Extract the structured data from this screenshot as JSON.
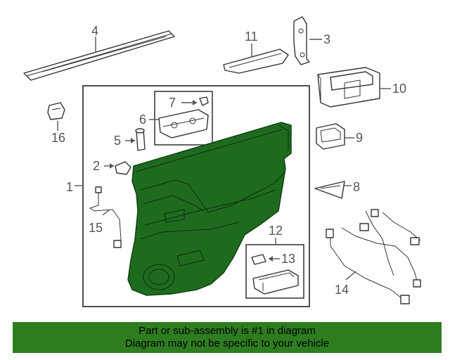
{
  "callouts": {
    "c1": "1",
    "c2": "2",
    "c3": "3",
    "c4": "4",
    "c5": "5",
    "c6": "6",
    "c7": "7",
    "c8": "8",
    "c9": "9",
    "c10": "10",
    "c11": "11",
    "c12": "12",
    "c13": "13",
    "c14": "14",
    "c15": "15",
    "c16": "16"
  },
  "banner": {
    "line1": "Part or sub-assembly is #1 in diagram",
    "line2": "Diagram may not be specific to your vehicle"
  },
  "colors": {
    "highlight": "#1e6b1e",
    "banner_bg": "#2d7d1f",
    "line": "#555555"
  }
}
